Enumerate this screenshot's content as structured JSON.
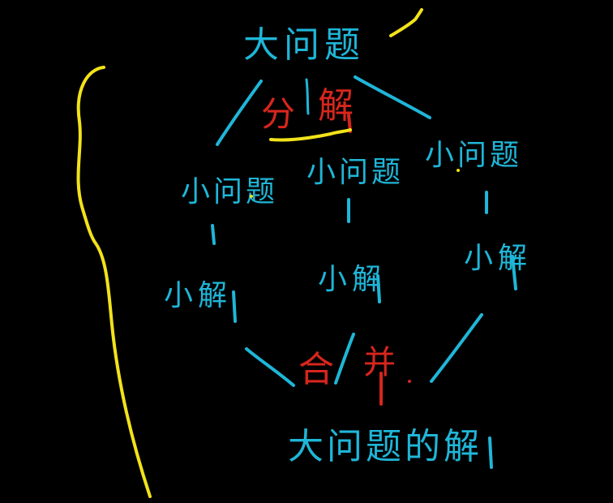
{
  "labels": {
    "big_problem": "大问题",
    "divide_char": "分",
    "split_char": "解",
    "sub_problem_left": "小问题",
    "sub_problem_middle": "小问题",
    "sub_problem_right": "小问题",
    "sub_solution_left": "小解",
    "sub_solution_middle": "小解",
    "sub_solution_right": "小解",
    "combine_char": "合",
    "merge_char": "并",
    "big_problem_solution": "大问题的解"
  },
  "colors": {
    "background": "#000000",
    "text": "#1fb6d8",
    "accent": "#d7261d",
    "highlight": "#f2e21a"
  }
}
